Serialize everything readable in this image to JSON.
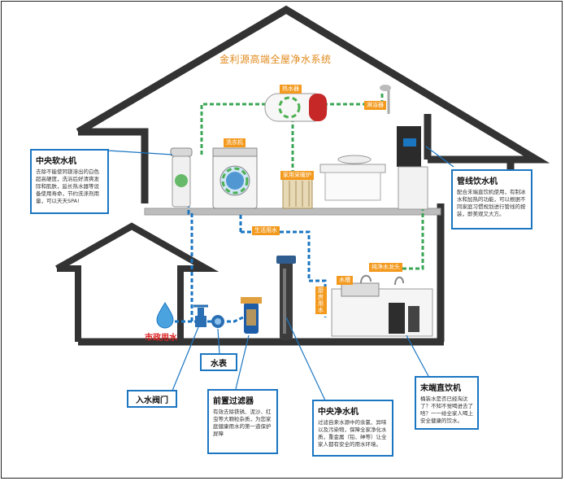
{
  "title": "金利源高端全屋净水系统",
  "tags": {
    "water_heater": "热水器",
    "washing_machine": "洗衣机",
    "shower": "淋浴器",
    "radiator": "家用采暖炉",
    "domestic_water": "生活用水",
    "water_tank": "水槽",
    "kitchen_water": "厨房用水",
    "purified_faucet": "纯净水龙头"
  },
  "labels": {
    "municipal_water": "市政用水"
  },
  "callouts": {
    "softener": {
      "title": "中央软水机",
      "body": "去除不能使钙镁溶出的白色超高硬度，洗浴后好清爽发际和肌肤，延长热水器等设备使用寿命，节约洗涤剂用量，可以天天SPA!"
    },
    "pipeline": {
      "title": "管线饮水机",
      "body": "配合末端直饮机使用，有制冰水和加热的功能，可以根据不同家庭习惯规划进行管线的按装，即美观又大方。"
    },
    "valve": {
      "title": "入水阀门"
    },
    "meter": {
      "title": "水表"
    },
    "prefilter": {
      "title": "前置过滤器",
      "body": "有效去除铁锈、泥沙、红虫等大颗粒杂质，为您家庭健康用水的第一道保护屏障"
    },
    "central_purifier": {
      "title": "中央净水机",
      "body": "过滤自来水源中的余氯、异味以及污染物，保障全家净化水质，重金属（铅、砷等）让全家人都有安全的用水环境。"
    },
    "terminal": {
      "title": "末端直饮机",
      "body": "桶装水是否已经淘汰了？不知不觉喝进去了啥？一一给全家人喝上安全健康的饮水。"
    }
  },
  "colors": {
    "house_outline": "#333333",
    "pipe_blue": "#1b76c2",
    "pipe_green": "#3aa655",
    "tag_orange": "#f39a1e",
    "callout_border": "#1b76c2",
    "red_text": "#e02020"
  }
}
